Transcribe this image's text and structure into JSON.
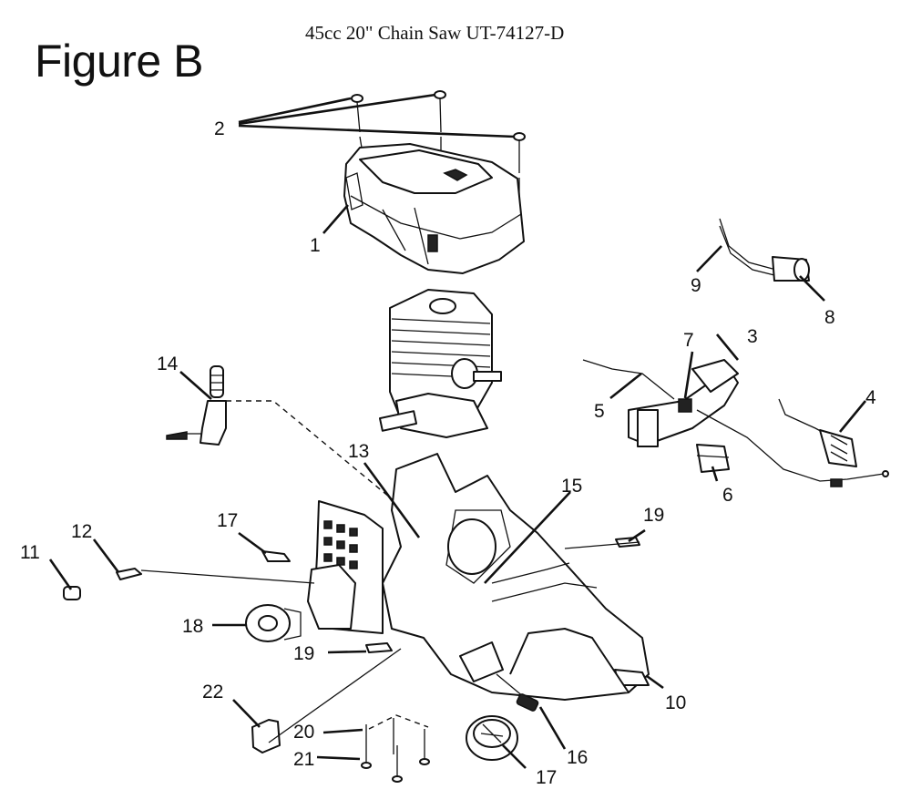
{
  "figure_label": "Figure B",
  "model_title": "45cc 20\" Chain Saw UT-74127-D",
  "callouts": {
    "c1": "1",
    "c2": "2",
    "c3": "3",
    "c4": "4",
    "c5": "5",
    "c6": "6",
    "c7": "7",
    "c8": "8",
    "c9": "9",
    "c10": "10",
    "c11": "11",
    "c12": "12",
    "c13": "13",
    "c14": "14",
    "c15": "15",
    "c16": "16",
    "c17a": "17",
    "c17b": "17",
    "c18": "18",
    "c19a": "19",
    "c19b": "19",
    "c20": "20",
    "c21": "21",
    "c22": "22"
  }
}
